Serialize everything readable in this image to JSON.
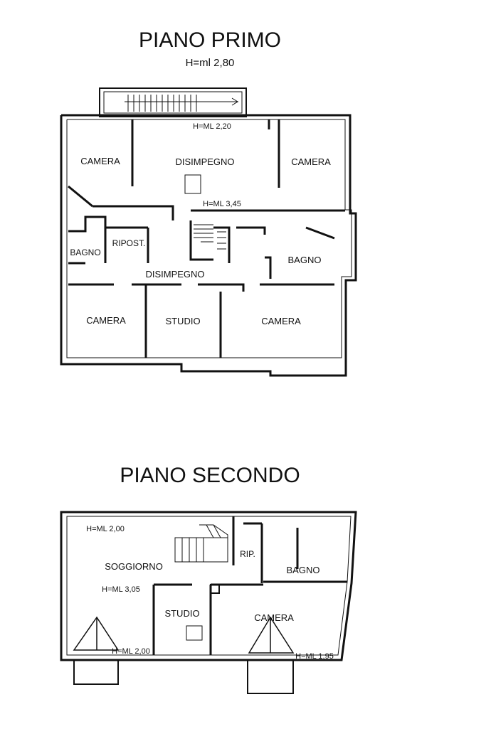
{
  "floors": [
    {
      "title": "PIANO PRIMO",
      "height_note": "H=ml 2,80",
      "rooms": {
        "camera_nw": "CAMERA",
        "disimpegno_top": "DISIMPEGNO",
        "camera_ne": "CAMERA",
        "bagno_w": "BAGNO",
        "ripost": "RIPOST.",
        "disimpegno_mid": "DISIMPEGNO",
        "bagno_e": "BAGNO",
        "camera_sw": "CAMERA",
        "studio": "STUDIO",
        "camera_se": "CAMERA"
      },
      "height_labels": {
        "h_top": "H=ML 2,20",
        "h_mid": "H=ML 3,45"
      }
    },
    {
      "title": "PIANO SECONDO",
      "rooms": {
        "soggiorno": "SOGGIORNO",
        "rip": "RIP.",
        "bagno": "BAGNO",
        "studio": "STUDIO",
        "camera": "CAMERA"
      },
      "height_labels": {
        "h_a": "H=ML 2,00",
        "h_b": "H=ML 3,05",
        "h_c": "H=ML 2,00",
        "h_d": "H=ML 1,95"
      }
    }
  ]
}
